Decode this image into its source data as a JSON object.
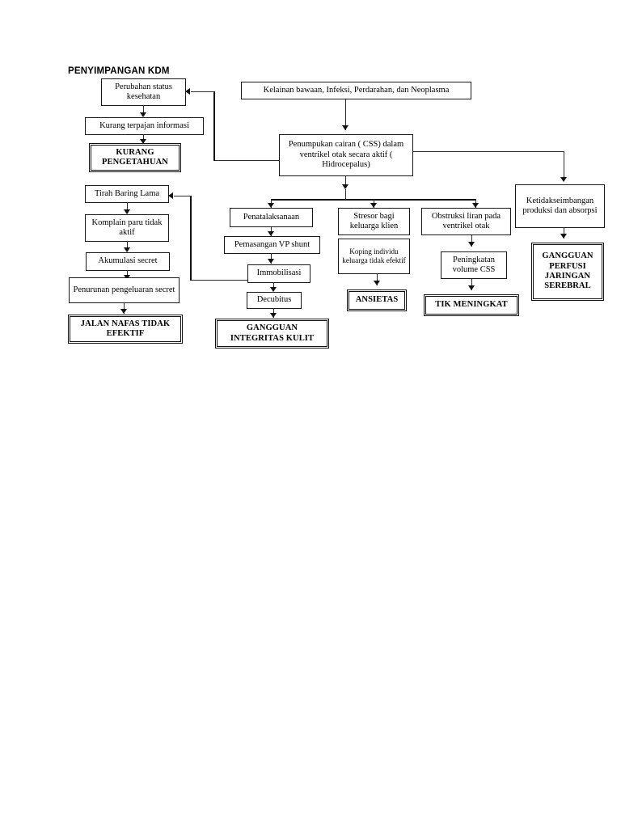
{
  "page": {
    "title": "PENYIMPANGAN KDM",
    "background": "#ffffff",
    "line_color": "#2b2b2b",
    "text_color": "#000000"
  },
  "nodes": {
    "perubahan_status": "Perubahan status kesehatan",
    "kurang_terpajan": "Kurang  terpajan  informasi",
    "kurang_pengetahuan": "KURANG PENGETAHUAN",
    "kelainan_bawaan": "Kelainan bawaan, Infeksi, Perdarahan, dan Neoplasma",
    "penumpukan_cairan": "Penumpukan cairan ( CSS) dalam ventrikel otak secara aktif ( Hidrocepalus)",
    "tirah_baring": "Tirah Baring Lama",
    "komplain_paru": "Komplain paru tidak aktif",
    "akumulasi_secret": "Akumulasi secret",
    "penurunan_pengeluaran": "Penurunan  pengeluaran secret",
    "jalan_nafas": "JALAN NAFAS TIDAK EFEKTIF",
    "penatalaksanaan": "Penatalaksanaan",
    "pemasangan_vp": "Pemasangan VP shunt",
    "immobilisasi": "Immobilisasi",
    "decubitus": "Decubitus",
    "gangguan_integritas": "GANGGUAN INTEGRITAS KULIT",
    "stresor_keluarga": "Stresor bagi keluarga klien",
    "koping_individu": "Koping individu keluarga tidak efektif",
    "ansietas": "ANSIETAS",
    "obstruksi_liran": "Obstruksi liran pada ventrikel otak",
    "peningkatan_volume": "Peningkatan volume CSS",
    "tik_meningkat": "TIK MENINGKAT",
    "ketidakseimbangan": "Ketidakseimbangan produksi dan absorpsi",
    "gangguan_perfusi": "GANGGUAN PERFUSI JARINGAN SEREBRAL"
  }
}
